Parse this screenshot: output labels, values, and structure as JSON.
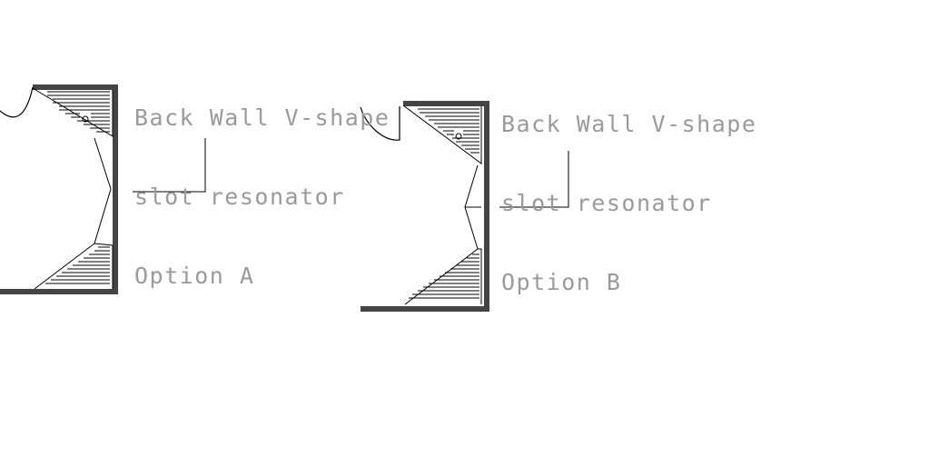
{
  "diagrams": [
    {
      "id": "option-a",
      "label_lines": [
        "Back Wall V-shape",
        "slot resonator",
        "Option A"
      ]
    },
    {
      "id": "option-b",
      "label_lines": [
        "Back Wall V-shape",
        "slot resonator",
        "Option B"
      ]
    }
  ],
  "colors": {
    "wall": "#444444",
    "line": "#000000",
    "text": "#9a9a9a",
    "background": "#ffffff"
  }
}
